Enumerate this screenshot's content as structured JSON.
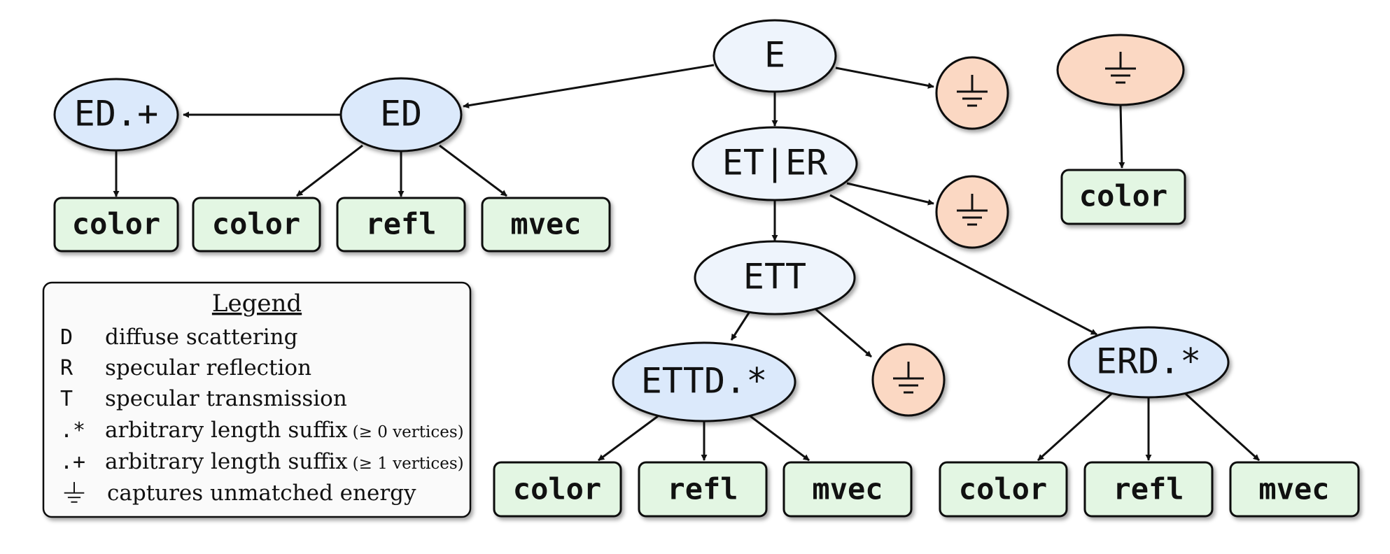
{
  "colors": {
    "ellipse_fill": "#dbe9fb",
    "ellipse_fill_light": "#eef4fc",
    "box_fill": "#e3f6e3",
    "ground_fill": "#fbd8c3",
    "stroke": "#111111",
    "legend_fill": "#fafafa"
  },
  "nodes": {
    "E": "E",
    "ED": "ED",
    "ED_plus": "ED.+",
    "ET_ER": "ET|ER",
    "ETT": "ETT",
    "ETTD_star": "ETTD.*",
    "ERD_star": "ERD.*"
  },
  "boxes": {
    "ed_plus_color": "color",
    "ed_color": "color",
    "ed_refl": "refl",
    "ed_mvec": "mvec",
    "standalone_color": "color",
    "ettd_color": "color",
    "ettd_refl": "refl",
    "ettd_mvec": "mvec",
    "erd_color": "color",
    "erd_refl": "refl",
    "erd_mvec": "mvec"
  },
  "icons": {
    "ground": "ground-symbol"
  },
  "legend": {
    "title": "Legend",
    "rows": [
      {
        "symbol": "D",
        "text": "diffuse scattering",
        "note": ""
      },
      {
        "symbol": "R",
        "text": "specular reflection",
        "note": ""
      },
      {
        "symbol": "T",
        "text": "specular transmission",
        "note": ""
      },
      {
        "symbol": ".*",
        "text": "arbitrary length suffix",
        "note": "(≥ 0 vertices)"
      },
      {
        "symbol": ".+",
        "text": "arbitrary length suffix",
        "note": "(≥ 1 vertices)"
      },
      {
        "symbol": "",
        "text": "captures unmatched energy",
        "note": ""
      }
    ]
  }
}
